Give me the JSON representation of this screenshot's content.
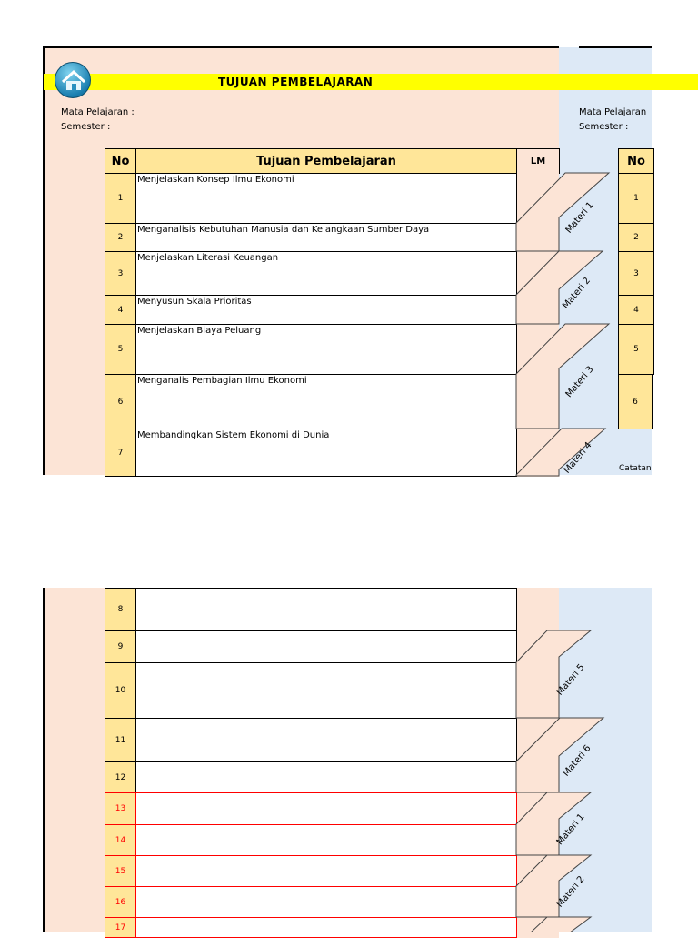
{
  "title": "TUJUAN PEMBELAJARAN",
  "info": {
    "mapel": "Mata Pelajaran :",
    "semester": "Semester :"
  },
  "info_right": {
    "mapel": "Mata Pelajaran",
    "semester": "Semester :"
  },
  "header": {
    "no": "No",
    "tujuan": "Tujuan Pembelajaran",
    "lm": "LM"
  },
  "header_right": {
    "no": "No"
  },
  "catatan": "Catatan",
  "icons": {
    "home": "home-icon"
  },
  "colors": {
    "pink": "#fce4d6",
    "blue": "#dde9f6",
    "yellow_header": "#ffe699",
    "title_bar": "#ffff00",
    "red_border": "#ff0000"
  },
  "rows": [
    {
      "no": "1",
      "text": "Menjelaskan Konsep Ilmu Ekonomi"
    },
    {
      "no": "2",
      "text": "Menganalisis Kebutuhan Manusia dan Kelangkaan Sumber Daya"
    },
    {
      "no": "3",
      "text": "Menjelaskan Literasi Keuangan"
    },
    {
      "no": "4",
      "text": "Menyusun Skala Prioritas"
    },
    {
      "no": "5",
      "text": " Menjelaskan Biaya Peluang"
    },
    {
      "no": "6",
      "text": "Menganalis Pembagian Ilmu Ekonomi"
    },
    {
      "no": "7",
      "text": "Membandingkan Sistem Ekonomi di Dunia"
    },
    {
      "no": "8",
      "text": ""
    },
    {
      "no": "9",
      "text": ""
    },
    {
      "no": "10",
      "text": ""
    },
    {
      "no": "11",
      "text": ""
    },
    {
      "no": "12",
      "text": ""
    },
    {
      "no": "13",
      "text": ""
    },
    {
      "no": "14",
      "text": ""
    },
    {
      "no": "15",
      "text": ""
    },
    {
      "no": "16",
      "text": ""
    },
    {
      "no": "17",
      "text": ""
    }
  ],
  "right_rows": [
    "1",
    "2",
    "3",
    "4",
    "5",
    "6"
  ],
  "materi": [
    "Materi 1",
    "Materi 2",
    "Materi 3",
    "Materi 4",
    "Materi 5",
    "Materi 6",
    "Materi 1",
    "Materi 2",
    ""
  ]
}
